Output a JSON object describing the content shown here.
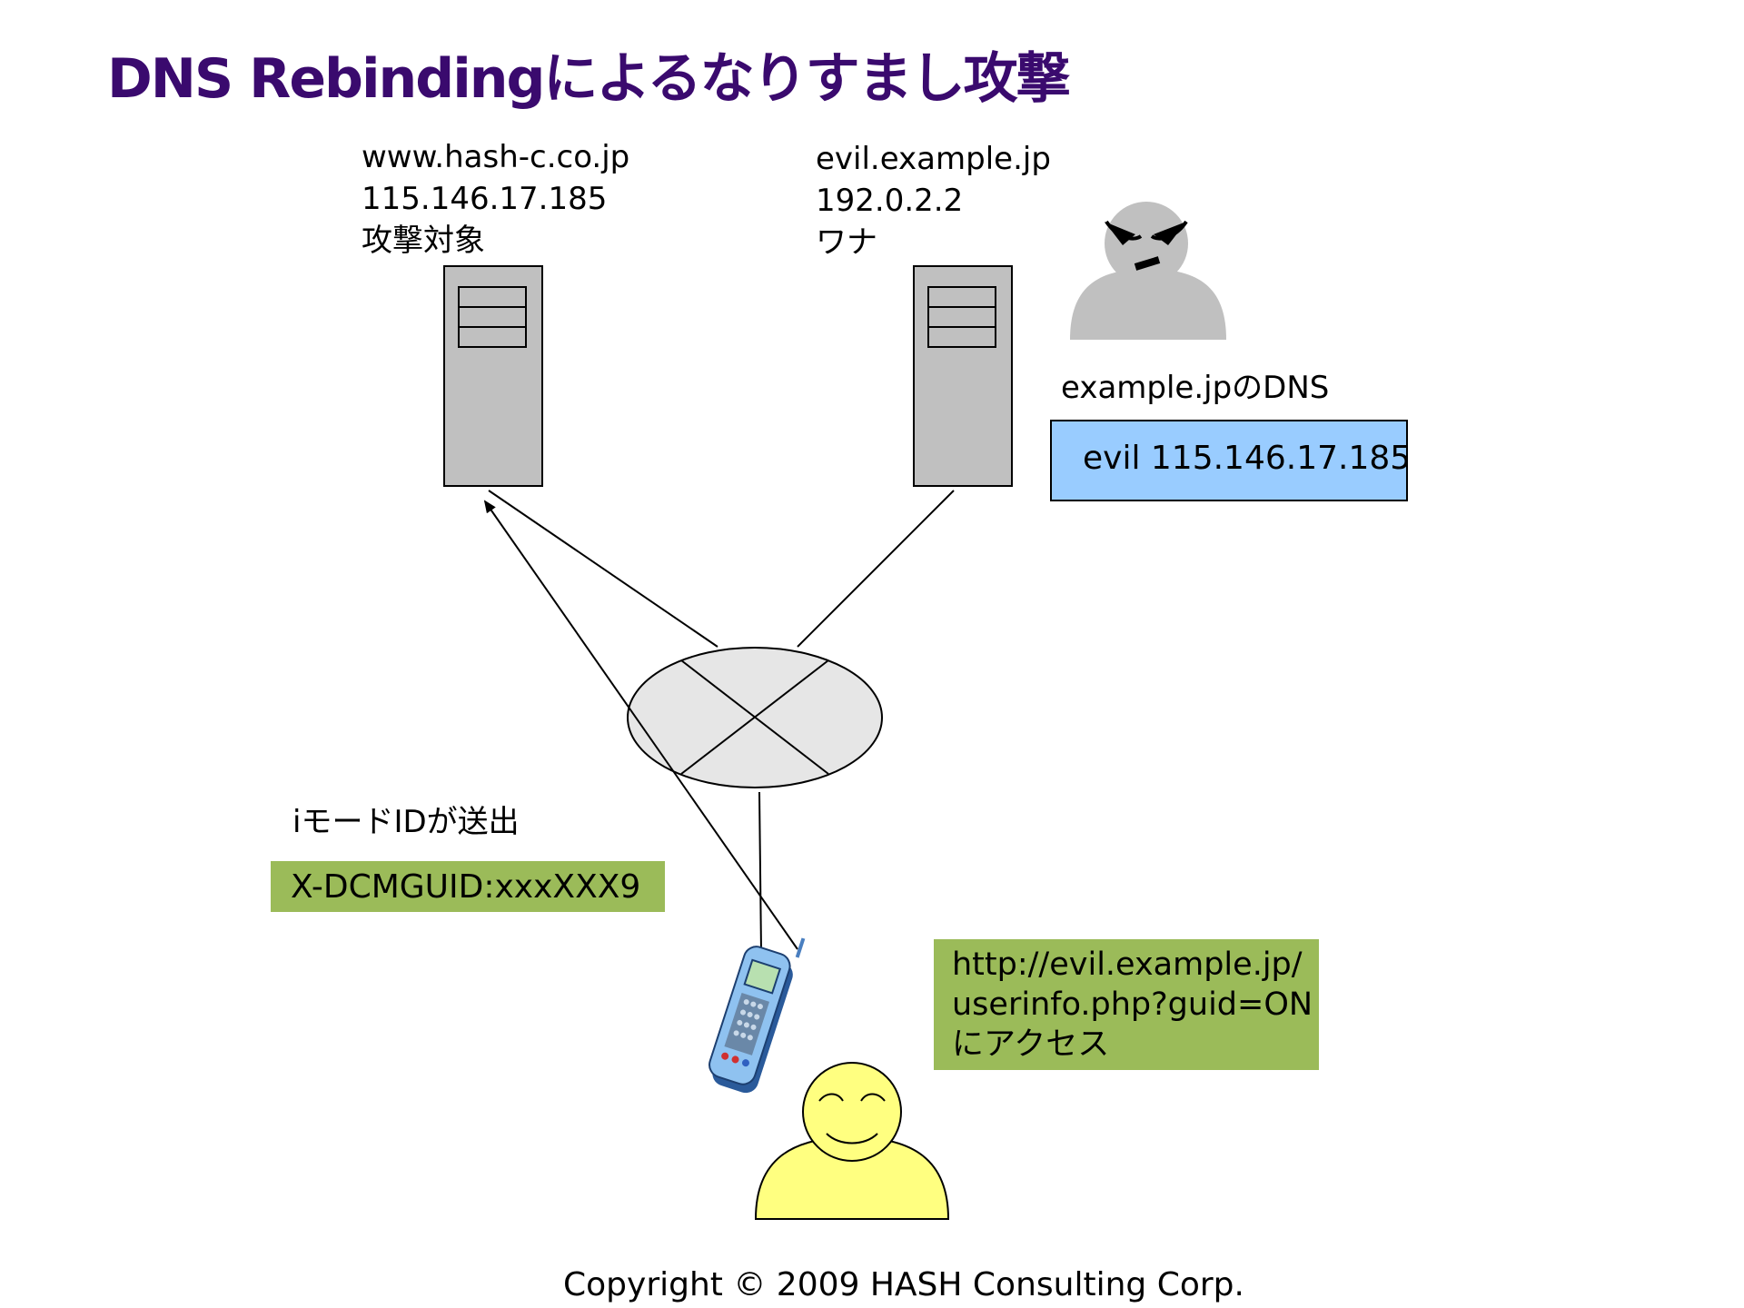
{
  "title": "DNS Rebindingによるなりすまし攻撃",
  "target_server": {
    "host": "www.hash-c.co.jp",
    "ip": "115.146.17.185",
    "role": "攻撃対象"
  },
  "trap_server": {
    "host": "evil.example.jp",
    "ip": "192.0.2.2",
    "role": "ワナ"
  },
  "dns": {
    "label": "example.jpのDNS",
    "record": "evil 115.146.17.185"
  },
  "imode": {
    "label": "iモードIDが送出",
    "header": "X-DCMGUID:xxxXXX9"
  },
  "access": {
    "line1": "http://evil.example.jp/",
    "line2": "userinfo.php?guid=ON",
    "line3": "にアクセス"
  },
  "footer": "Copyright © 2009 HASH Consulting Corp.",
  "colors": {
    "title": "#3a0a6e",
    "server": "#c0c0c0",
    "dns_box": "#99ccff",
    "green_box": "#9bbb59",
    "user_face": "#ffff80",
    "attacker": "#c0c0c0",
    "network": "#e6e6e6"
  },
  "icons": [
    "server-icon",
    "attacker-icon",
    "user-icon",
    "mobile-phone-icon",
    "network-hub-icon"
  ]
}
